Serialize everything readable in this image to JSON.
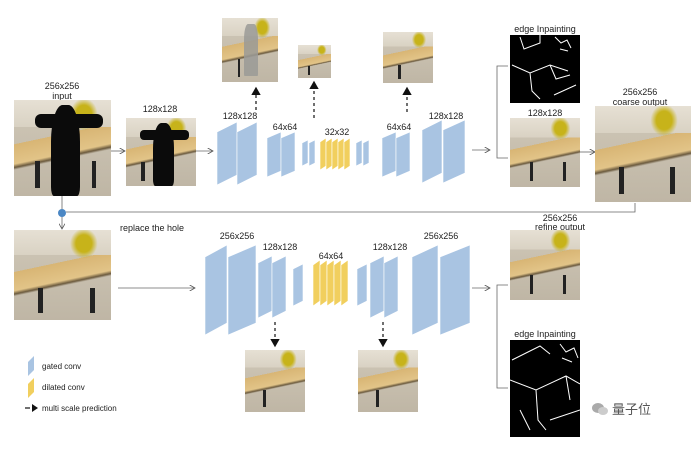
{
  "coarse_network": {
    "input_label": "256x256",
    "input_sublabel": "input",
    "downsampled_label": "128x128",
    "encoder_labels": [
      "128x128",
      "64x64",
      "32x32",
      "64x64",
      "128x128"
    ],
    "edge_label": "edge Inpainting",
    "output_128_label": "128x128",
    "coarse_output_label": "256x256",
    "coarse_output_sublabel": "coarse output"
  },
  "replace_label": "replace the hole",
  "refine_network": {
    "encoder_labels": [
      "256x256",
      "128x128",
      "64x64",
      "128x128",
      "256x256"
    ],
    "refine_output_label": "256x256",
    "refine_output_sublabel": "refine output",
    "edge_label": "edge Inpainting"
  },
  "legend": {
    "items": [
      {
        "label": "gated conv",
        "color": "#a9c4e2"
      },
      {
        "label": "dilated conv",
        "color": "#f1cf5e"
      },
      {
        "label": "multi scale prediction"
      }
    ]
  },
  "watermark": "量子位"
}
